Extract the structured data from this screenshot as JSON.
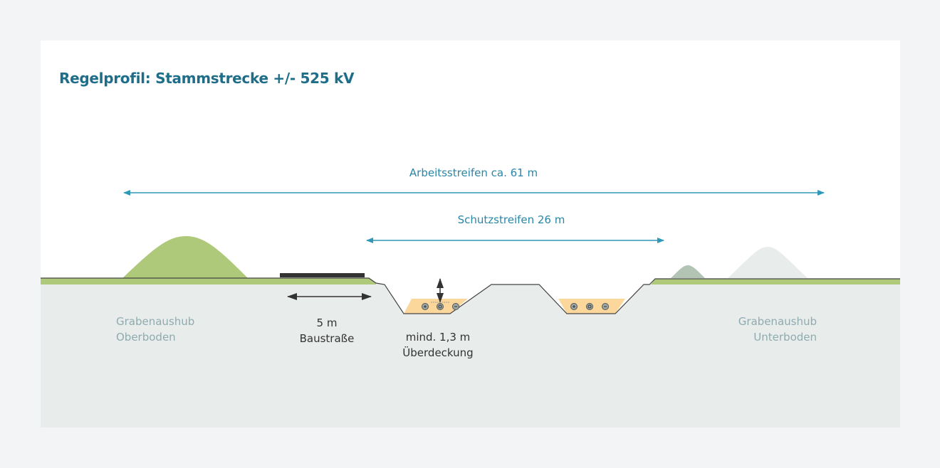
{
  "title": "Regelprofil: Stammstrecke +/- 525 kV",
  "dimensions": {
    "working_strip": "Arbeitsstreifen ca. 61 m",
    "protection_strip": "Schutzstreifen 26 m",
    "road_width": "5 m",
    "road_label": "Baustraße",
    "cover_depth": "mind. 1,3 m",
    "cover_label": "Überdeckung"
  },
  "spoil": {
    "left_line1": "Grabenaushub",
    "left_line2": "Oberboden",
    "right_line1": "Grabenaushub",
    "right_line2": "Unterboden"
  },
  "colors": {
    "title": "#1f6e89",
    "arrow": "#2f97b8",
    "topsoil": "#afc97a",
    "ground": "#e8ecea",
    "bedding": "#fcd79c"
  }
}
